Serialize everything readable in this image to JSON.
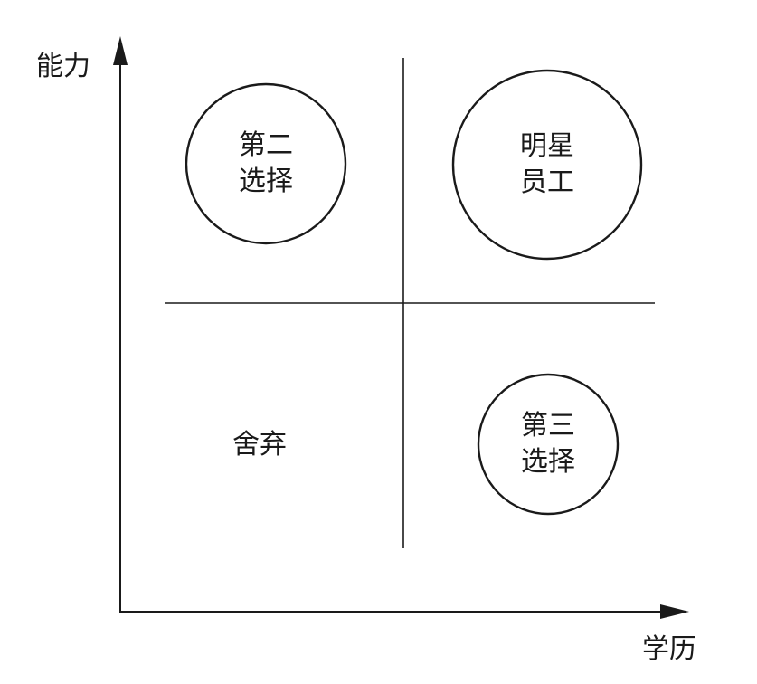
{
  "diagram": {
    "y_axis_label": "能力",
    "x_axis_label": "学历",
    "quadrants": {
      "top_left": {
        "line1": "第二",
        "line2": "选择"
      },
      "top_right": {
        "line1": "明星",
        "line2": "员工"
      },
      "bottom_left": {
        "line1": "舍弃"
      },
      "bottom_right": {
        "line1": "第三",
        "line2": "选择"
      }
    },
    "colors": {
      "stroke": "#1a1a1a",
      "background": "#ffffff"
    }
  }
}
